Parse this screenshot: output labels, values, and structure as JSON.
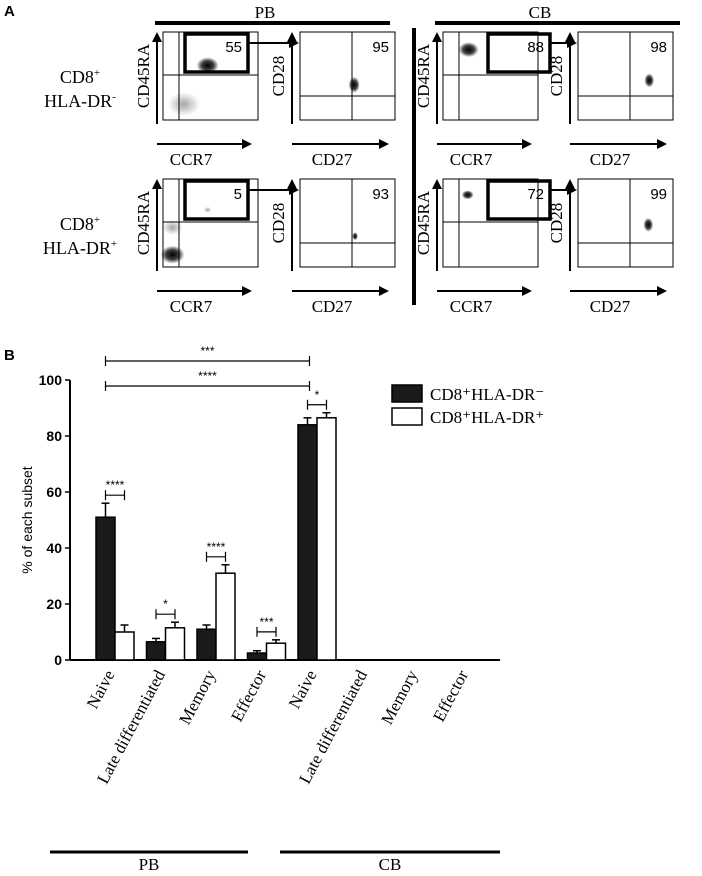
{
  "panel_a": {
    "letter": "A",
    "groups": [
      "PB",
      "CB"
    ],
    "row_labels": [
      {
        "main": "CD8",
        "sup": "+",
        "sub_main": "HLA-DR",
        "sub_sup": "-"
      },
      {
        "main": "CD8",
        "sup": "+",
        "sub_main": "HLA-DR",
        "sub_sup": "+"
      }
    ],
    "axis_labels": {
      "first_y": "CD45RA",
      "first_x": "CCR7",
      "second_y": "CD28",
      "second_x": "CD27"
    },
    "gate_values": {
      "PB": {
        "row1": [
          "55",
          "95"
        ],
        "row2": [
          "5",
          "93"
        ]
      },
      "CB": {
        "row1": [
          "88",
          "98"
        ],
        "row2": [
          "72",
          "99"
        ]
      }
    }
  },
  "chart_data": {
    "panel_letter": "B",
    "type": "bar",
    "ylabel": "% of each subset",
    "ylim": [
      0,
      100
    ],
    "yticks": [
      "0",
      "20",
      "40",
      "60",
      "80",
      "100"
    ],
    "categories": [
      "Naive",
      "Late differentiated",
      "Memory",
      "Effector",
      "Naive",
      "Late differentiated",
      "Memory",
      "Effector"
    ],
    "groups": [
      {
        "label": "PB",
        "categories": [
          0,
          1,
          2,
          3
        ]
      },
      {
        "label": "CB",
        "categories": [
          4,
          5,
          6,
          7
        ]
      }
    ],
    "series": [
      {
        "name": "CD8⁺HLA-DR⁻",
        "fill": "#1a1a1a",
        "values": [
          51,
          6.5,
          11,
          2.5,
          84,
          0,
          0,
          0
        ],
        "errors": [
          5,
          1.2,
          1.5,
          0.8,
          2.5,
          0,
          0,
          0
        ]
      },
      {
        "name": "CD8⁺HLA-DR⁺",
        "fill": "#ffffff",
        "values": [
          10,
          11.5,
          31,
          6,
          86.5,
          0,
          0,
          0
        ],
        "errors": [
          2.5,
          2,
          3,
          1.2,
          1.8,
          0,
          0,
          0
        ]
      }
    ],
    "significance": [
      {
        "category": 0,
        "label": "****"
      },
      {
        "category": 1,
        "label": "*"
      },
      {
        "category": 2,
        "label": "****"
      },
      {
        "category": 3,
        "label": "***"
      },
      {
        "category": 4,
        "label": "*"
      }
    ],
    "brackets": [
      {
        "from": 0,
        "to": 4,
        "label": "***",
        "level": 2
      },
      {
        "from": 0,
        "to": 4,
        "label": "****",
        "level": 1
      }
    ],
    "legend_position": "top-right"
  }
}
